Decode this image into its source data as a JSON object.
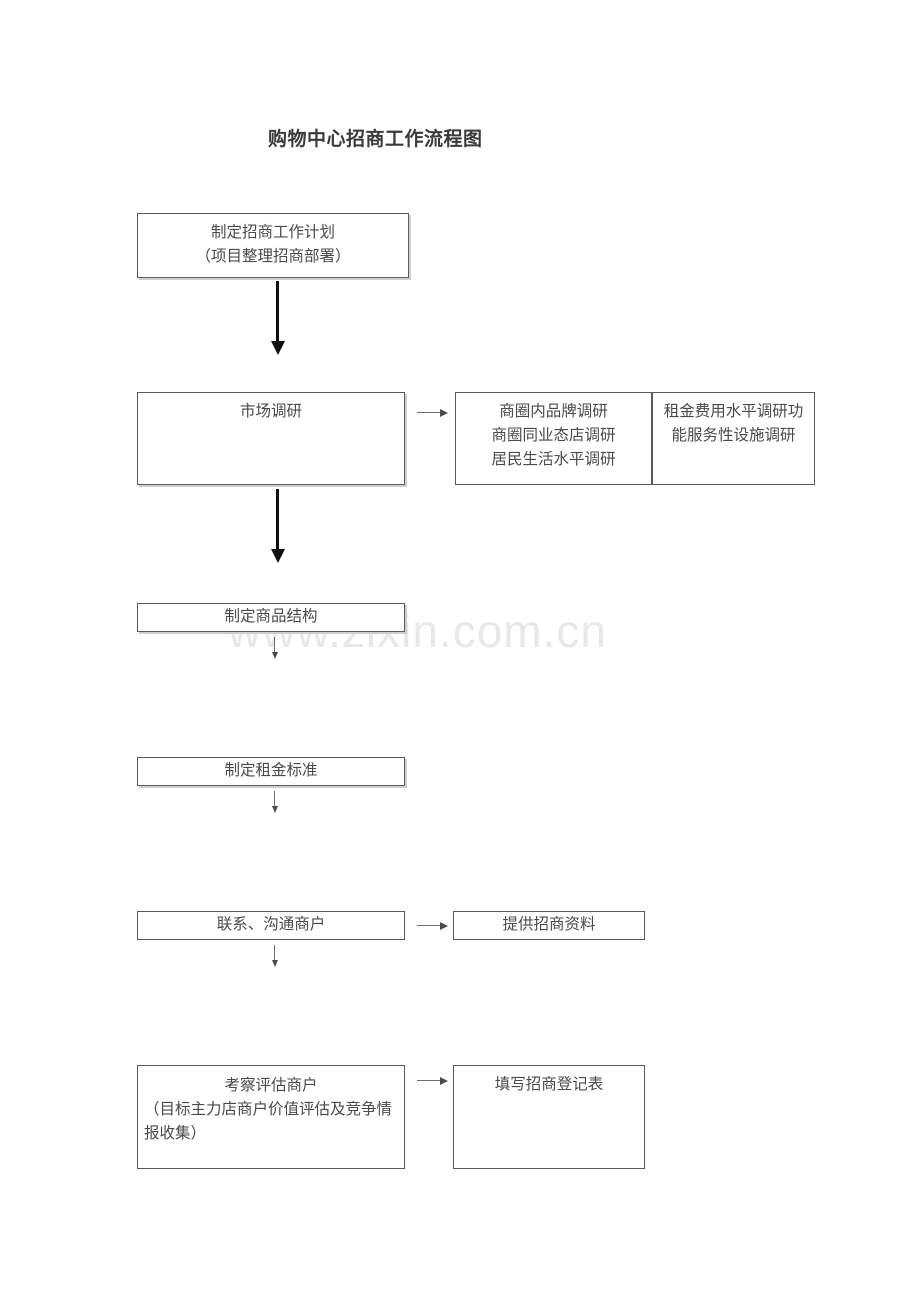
{
  "document": {
    "title": "购物中心招商工作流程图",
    "watermark": "www.zixin.com.cn"
  },
  "flowchart": {
    "type": "flowchart",
    "orientation": "top-to-bottom with lateral detail branches",
    "nodes": [
      {
        "id": "plan",
        "lines": [
          "制定招商工作计划",
          "（项目整理招商部署）"
        ],
        "align": "center"
      },
      {
        "id": "research",
        "lines": [
          "市场调研"
        ],
        "align": "center"
      },
      {
        "id": "survey_a",
        "lines": [
          "商圈内品牌调研",
          "商圈同业态店调研",
          "居民生活水平调研"
        ],
        "align": "center"
      },
      {
        "id": "survey_b",
        "lines": [
          "租金费用水平调研功",
          "能服务性设施调研"
        ],
        "align": "center"
      },
      {
        "id": "goods_structure",
        "lines": [
          "制定商品结构"
        ],
        "align": "center"
      },
      {
        "id": "rent_standard",
        "lines": [
          "制定租金标准"
        ],
        "align": "center"
      },
      {
        "id": "contact",
        "lines": [
          "联系、沟通商户"
        ],
        "align": "center"
      },
      {
        "id": "material",
        "lines": [
          "提供招商资料"
        ],
        "align": "center"
      },
      {
        "id": "evaluate",
        "lines": [
          "考察评估商户",
          "（目标主力店商户价值评估及竞争情",
          "报收集）"
        ],
        "align": "mixed"
      },
      {
        "id": "register",
        "lines": [
          "填写招商登记表"
        ],
        "align": "center"
      }
    ],
    "edges": [
      {
        "from": "plan",
        "to": "research",
        "style": "thick-down-arrow"
      },
      {
        "from": "research",
        "to": "survey_a",
        "style": "thin-right-arrow"
      },
      {
        "from": "research",
        "to": "goods_structure",
        "style": "thick-down-arrow"
      },
      {
        "from": "goods_structure",
        "to": "rent_standard",
        "style": "thin-down-arrow"
      },
      {
        "from": "rent_standard",
        "to": "contact",
        "style": "thin-down-arrow"
      },
      {
        "from": "contact",
        "to": "material",
        "style": "thin-right-arrow"
      },
      {
        "from": "contact",
        "to": "evaluate",
        "style": "thin-down-arrow"
      },
      {
        "from": "evaluate",
        "to": "register",
        "style": "thin-right-arrow"
      }
    ]
  }
}
